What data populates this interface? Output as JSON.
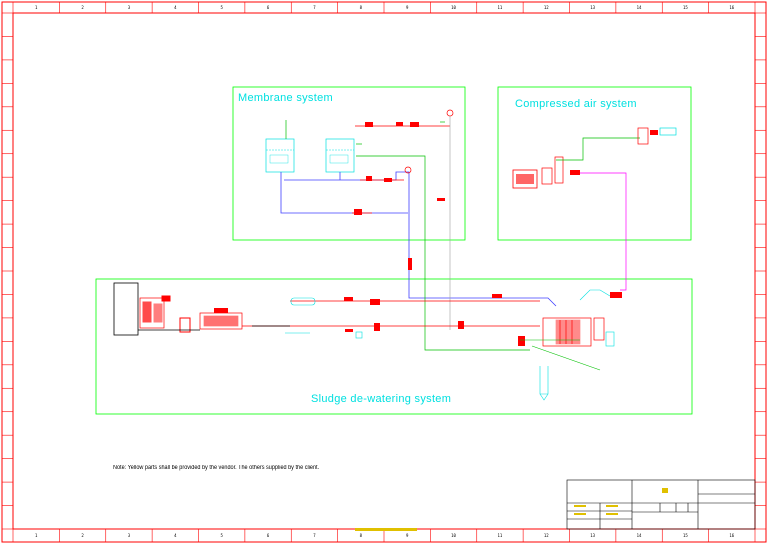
{
  "drawing": {
    "systems": [
      {
        "id": "membrane",
        "title": "Membrane system"
      },
      {
        "id": "compressed-air",
        "title": "Compressed air system"
      },
      {
        "id": "sludge",
        "title": "Sludge de-watering system"
      }
    ],
    "note": "Note: Yellow parts shall be provided by the vendor. The others supplied by the client.",
    "colors": {
      "border": "#ff0000",
      "system_box": "#00ff00",
      "title": "#00e0e0",
      "pipe_blue": "#4040ff",
      "pipe_red": "#ff0000",
      "pipe_green": "#00c000",
      "pipe_magenta": "#ff00ff"
    },
    "ruler": {
      "top_numbers": [
        "1",
        "2",
        "3",
        "4",
        "5",
        "6",
        "7",
        "8",
        "9",
        "10",
        "11",
        "12",
        "13",
        "14",
        "15",
        "16"
      ],
      "bottom_numbers": [
        "1",
        "2",
        "3",
        "4",
        "5",
        "6",
        "7",
        "8",
        "9",
        "10",
        "11",
        "12",
        "13",
        "14",
        "15",
        "16"
      ]
    }
  }
}
